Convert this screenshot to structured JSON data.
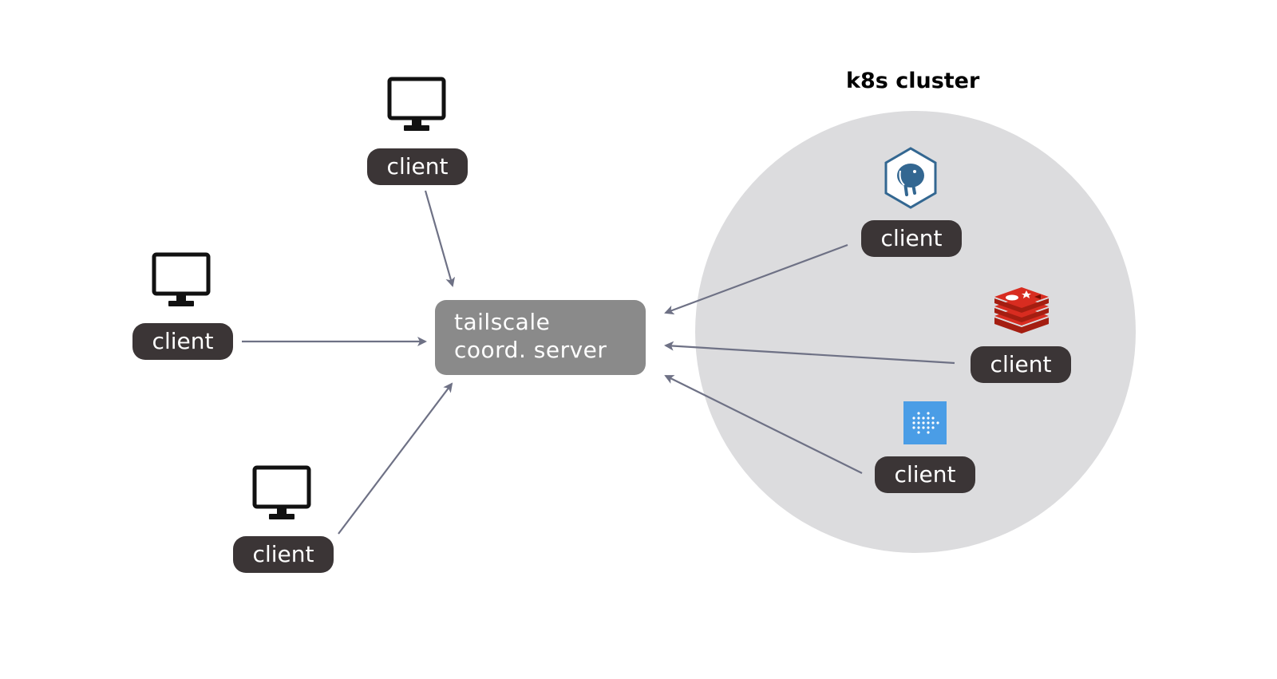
{
  "cluster": {
    "title": "k8s cluster"
  },
  "server": {
    "line1": "tailscale",
    "line2": "coord. server"
  },
  "clients": {
    "top": "client",
    "left": "client",
    "bottom": "client",
    "postgres": "client",
    "redis": "client",
    "metrics": "client"
  },
  "icons": {
    "monitor": "desktop-monitor-icon",
    "postgres": "postgresql-elephant-icon",
    "redis": "redis-stack-icon",
    "metrics": "metrics-dots-icon"
  },
  "colors": {
    "node": "#3b3536",
    "server": "#8a8a8a",
    "cluster": "#dcdcde",
    "arrow": "#6e7185",
    "postgres": "#336791",
    "redis": "#d82c20",
    "metrics": "#4a9de6"
  }
}
